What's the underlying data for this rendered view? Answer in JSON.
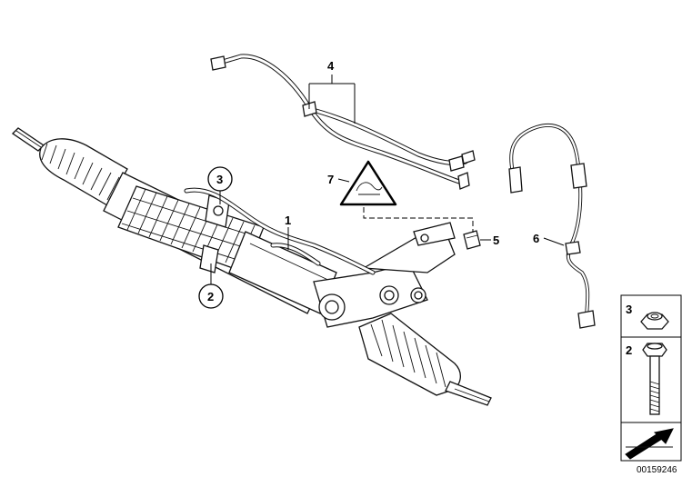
{
  "callouts": {
    "c1": "1",
    "c2": "2",
    "c3": "3",
    "c4": "4",
    "c5": "5",
    "c6": "6",
    "c7": "7"
  },
  "legend": {
    "nut_number": "3",
    "bolt_number": "2"
  },
  "diagram_number": "00159246"
}
